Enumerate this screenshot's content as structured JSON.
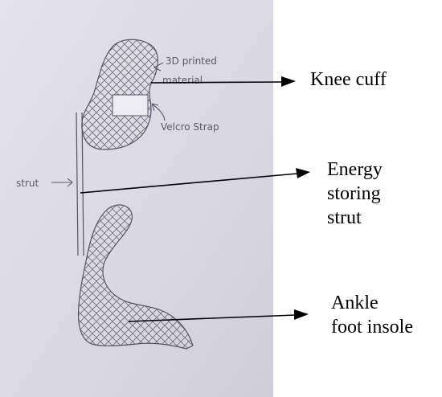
{
  "sketch": {
    "annotations": {
      "printed": "3D printed",
      "material": "material",
      "velcro": "Velcro Strap",
      "strut": "strut"
    }
  },
  "labels": {
    "knee_cuff": "Knee cuff",
    "energy_strut": [
      "Energy",
      "storing",
      "strut"
    ],
    "ankle_insole": [
      "Ankle",
      "foot insole"
    ]
  }
}
